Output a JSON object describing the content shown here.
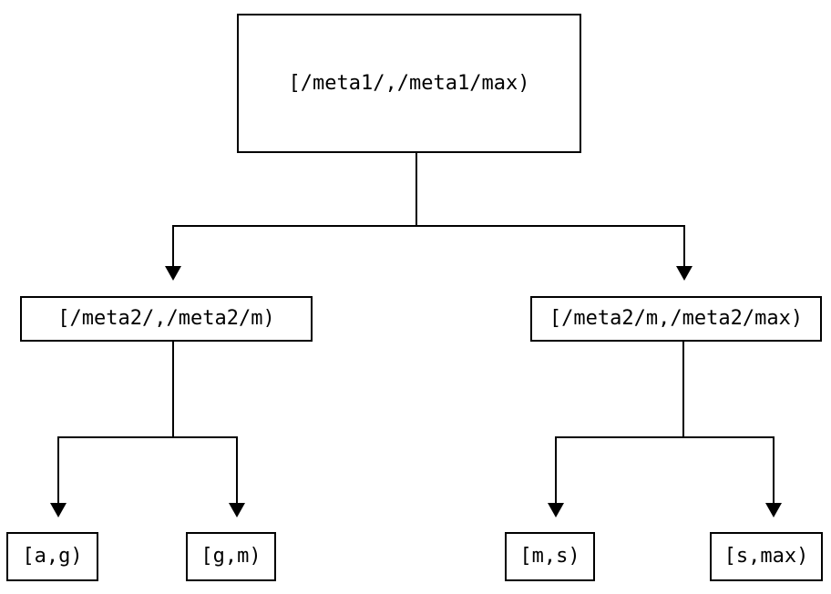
{
  "colors": {
    "background": "#ffffff",
    "line": "#000000",
    "node_border": "#000000",
    "node_fill": "#ffffff",
    "text": "#000000"
  },
  "nodes": {
    "root": {
      "label": "[/meta1/,/meta1/max)"
    },
    "meta2_lower": {
      "label": "[/meta2/,/meta2/m)"
    },
    "meta2_upper": {
      "label": "[/meta2/m,/meta2/max)"
    },
    "leaf_a_g": {
      "label": "[a,g)"
    },
    "leaf_g_m": {
      "label": "[g,m)"
    },
    "leaf_m_s": {
      "label": "[m,s)"
    },
    "leaf_s_max": {
      "label": "[s,max)"
    }
  },
  "edges": [
    {
      "from": "root",
      "to": "meta2_lower"
    },
    {
      "from": "root",
      "to": "meta2_upper"
    },
    {
      "from": "meta2_lower",
      "to": "leaf_a_g"
    },
    {
      "from": "meta2_lower",
      "to": "leaf_g_m"
    },
    {
      "from": "meta2_upper",
      "to": "leaf_m_s"
    },
    {
      "from": "meta2_upper",
      "to": "leaf_s_max"
    }
  ]
}
